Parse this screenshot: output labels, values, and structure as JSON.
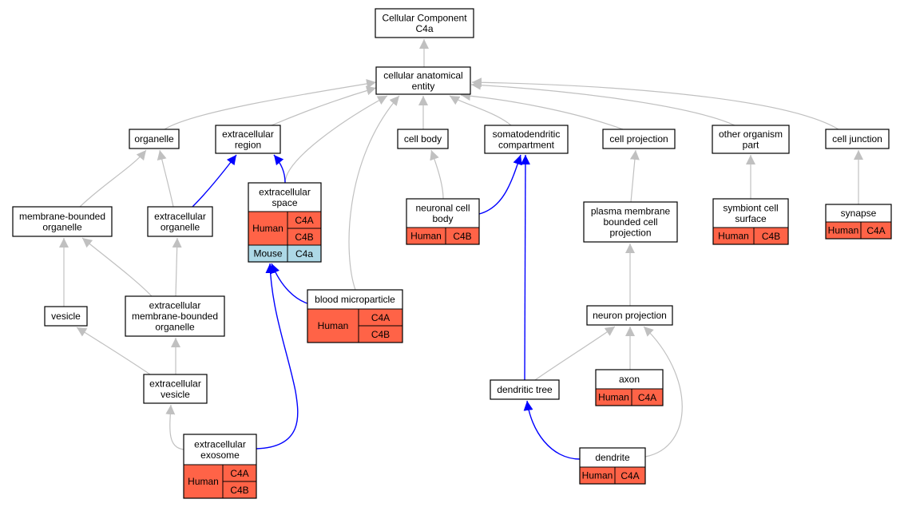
{
  "nodes": {
    "root": {
      "lines": [
        "Cellular Component",
        "C4a"
      ]
    },
    "cae": {
      "lines": [
        "cellular anatomical",
        "entity"
      ]
    },
    "organelle": {
      "lines": [
        "organelle"
      ]
    },
    "ecregion": {
      "lines": [
        "extracellular",
        "region"
      ]
    },
    "cellbody": {
      "lines": [
        "cell body"
      ]
    },
    "somato": {
      "lines": [
        "somatodendritic",
        "compartment"
      ]
    },
    "cellproj": {
      "lines": [
        "cell projection"
      ]
    },
    "otherorg": {
      "lines": [
        "other organism",
        "part"
      ]
    },
    "celljunc": {
      "lines": [
        "cell junction"
      ]
    },
    "mbo": {
      "lines": [
        "membrane-bounded",
        "organelle"
      ]
    },
    "ecorg": {
      "lines": [
        "extracellular",
        "organelle"
      ]
    },
    "ecspace": {
      "lines": [
        "extracellular",
        "space"
      ],
      "rows": [
        {
          "species": "Human",
          "genes": [
            "C4A",
            "C4B"
          ],
          "color": "#ff6347"
        },
        {
          "species": "Mouse",
          "genes": [
            "C4a"
          ],
          "color": "#add8e6"
        }
      ]
    },
    "neuronbody": {
      "lines": [
        "neuronal cell",
        "body"
      ],
      "rows": [
        {
          "species": "Human",
          "genes": [
            "C4B"
          ],
          "color": "#ff6347"
        }
      ]
    },
    "pmbcp": {
      "lines": [
        "plasma membrane",
        "bounded cell",
        "projection"
      ]
    },
    "symbiont": {
      "lines": [
        "symbiont cell",
        "surface"
      ],
      "rows": [
        {
          "species": "Human",
          "genes": [
            "C4B"
          ],
          "color": "#ff6347"
        }
      ]
    },
    "synapse": {
      "lines": [
        "synapse"
      ],
      "rows": [
        {
          "species": "Human",
          "genes": [
            "C4A"
          ],
          "color": "#ff6347"
        }
      ]
    },
    "vesicle": {
      "lines": [
        "vesicle"
      ]
    },
    "ecmbo": {
      "lines": [
        "extracellular",
        "membrane-bounded",
        "organelle"
      ]
    },
    "bloodmp": {
      "lines": [
        "blood microparticle"
      ],
      "rows": [
        {
          "species": "Human",
          "genes": [
            "C4A",
            "C4B"
          ],
          "color": "#ff6347"
        }
      ]
    },
    "neuronproj": {
      "lines": [
        "neuron projection"
      ]
    },
    "ecvesicle": {
      "lines": [
        "extracellular",
        "vesicle"
      ]
    },
    "axon": {
      "lines": [
        "axon"
      ],
      "rows": [
        {
          "species": "Human",
          "genes": [
            "C4A"
          ],
          "color": "#ff6347"
        }
      ]
    },
    "dendtree": {
      "lines": [
        "dendritic tree"
      ]
    },
    "exosome": {
      "lines": [
        "extracellular",
        "exosome"
      ],
      "rows": [
        {
          "species": "Human",
          "genes": [
            "C4A",
            "C4B"
          ],
          "color": "#ff6347"
        }
      ]
    },
    "dendrite": {
      "lines": [
        "dendrite"
      ],
      "rows": [
        {
          "species": "Human",
          "genes": [
            "C4A"
          ],
          "color": "#ff6347"
        }
      ]
    }
  },
  "edges": [
    {
      "from": "cae",
      "to": "root",
      "kind": "is_a"
    },
    {
      "from": "organelle",
      "to": "cae",
      "kind": "is_a"
    },
    {
      "from": "ecregion",
      "to": "cae",
      "kind": "is_a"
    },
    {
      "from": "ecspace",
      "to": "cae",
      "kind": "is_a"
    },
    {
      "from": "bloodmp",
      "to": "cae",
      "kind": "is_a"
    },
    {
      "from": "cellbody",
      "to": "cae",
      "kind": "is_a"
    },
    {
      "from": "somato",
      "to": "cae",
      "kind": "is_a"
    },
    {
      "from": "cellproj",
      "to": "cae",
      "kind": "is_a"
    },
    {
      "from": "otherorg",
      "to": "cae",
      "kind": "is_a"
    },
    {
      "from": "celljunc",
      "to": "cae",
      "kind": "is_a"
    },
    {
      "from": "mbo",
      "to": "organelle",
      "kind": "is_a"
    },
    {
      "from": "ecorg",
      "to": "organelle",
      "kind": "is_a"
    },
    {
      "from": "ecorg",
      "to": "ecregion",
      "kind": "part_of"
    },
    {
      "from": "ecspace",
      "to": "ecregion",
      "kind": "part_of"
    },
    {
      "from": "neuronbody",
      "to": "cellbody",
      "kind": "is_a"
    },
    {
      "from": "neuronbody",
      "to": "somato",
      "kind": "part_of"
    },
    {
      "from": "pmbcp",
      "to": "cellproj",
      "kind": "is_a"
    },
    {
      "from": "symbiont",
      "to": "otherorg",
      "kind": "is_a"
    },
    {
      "from": "synapse",
      "to": "celljunc",
      "kind": "is_a"
    },
    {
      "from": "vesicle",
      "to": "mbo",
      "kind": "is_a"
    },
    {
      "from": "ecmbo",
      "to": "mbo",
      "kind": "is_a"
    },
    {
      "from": "ecmbo",
      "to": "ecorg",
      "kind": "is_a"
    },
    {
      "from": "bloodmp",
      "to": "ecspace",
      "kind": "part_of"
    },
    {
      "from": "neuronproj",
      "to": "pmbcp",
      "kind": "is_a"
    },
    {
      "from": "ecvesicle",
      "to": "vesicle",
      "kind": "is_a"
    },
    {
      "from": "ecvesicle",
      "to": "ecmbo",
      "kind": "is_a"
    },
    {
      "from": "dendtree",
      "to": "neuronproj",
      "kind": "is_a"
    },
    {
      "from": "dendtree",
      "to": "somato",
      "kind": "part_of"
    },
    {
      "from": "axon",
      "to": "neuronproj",
      "kind": "is_a"
    },
    {
      "from": "exosome",
      "to": "ecvesicle",
      "kind": "is_a"
    },
    {
      "from": "exosome",
      "to": "ecspace",
      "kind": "part_of"
    },
    {
      "from": "dendrite",
      "to": "dendtree",
      "kind": "part_of"
    },
    {
      "from": "dendrite",
      "to": "neuronproj",
      "kind": "is_a"
    }
  ],
  "colors": {
    "is_a": "#c0c0c0",
    "part_of": "#0000ff",
    "Human": "#ff6347",
    "Mouse": "#add8e6"
  }
}
